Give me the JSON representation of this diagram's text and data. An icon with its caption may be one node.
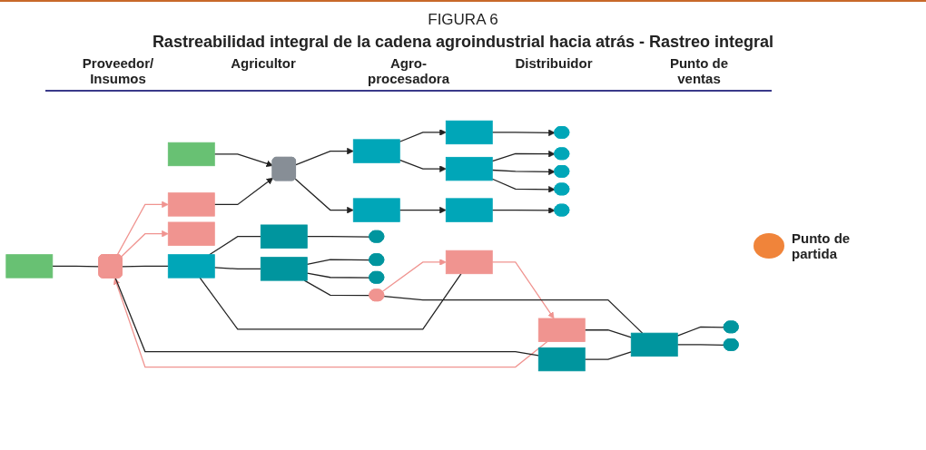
{
  "diagram": {
    "title": "Rastreabilidad integral de la cadena agroindustrial hacia atrás - Rastreo integral",
    "nodes": [
      {
        "text": [],
        "shape": "box"
      },
      {
        "text": [],
        "shape": "box"
      },
      {
        "text": [],
        "shape": "box"
      },
      {
        "text": [],
        "shape": "box"
      },
      {
        "text": [],
        "shape": "box"
      },
      {
        "text": [],
        "shape": "box"
      },
      {
        "text": [],
        "shape": "box"
      },
      {
        "text": [],
        "shape": "box"
      },
      {
        "text": [],
        "shape": "box"
      },
      {
        "text": [],
        "shape": "box"
      },
      {
        "text": [],
        "shape": "box"
      },
      {
        "text": [],
        "shape": "box"
      },
      {
        "text": [],
        "shape": "box"
      },
      {
        "text": [],
        "shape": "box"
      },
      {
        "text": [],
        "shape": "box"
      },
      {
        "text": [],
        "shape": "box"
      },
      {
        "text": [],
        "shape": "box"
      },
      {
        "text": [],
        "shape": "box"
      },
      {
        "text": [],
        "shape": "ellipse"
      },
      {
        "text": [],
        "shape": "ellipse"
      },
      {
        "text": [],
        "shape": "ellipse"
      },
      {
        "text": [],
        "shape": "ellipse"
      },
      {
        "text": [],
        "shape": "ellipse"
      },
      {
        "text": [],
        "shape": "ellipse"
      },
      {
        "text": [],
        "shape": "ellipse"
      },
      {
        "text": [],
        "shape": "ellipse"
      },
      {
        "text": [],
        "shape": "ellipse"
      },
      {
        "text": [],
        "shape": "ellipse"
      },
      {
        "text": [],
        "shape": "ellipse"
      }
    ],
    "edges": [
      {
        "from": 0,
        "to": 4,
        "arrow": "to"
      },
      {
        "from": 1,
        "to": 4,
        "arrow": "to"
      },
      {
        "from": 4,
        "to": 6,
        "arrow": "to"
      },
      {
        "from": 4,
        "to": 7,
        "arrow": "to"
      },
      {
        "from": 6,
        "to": 11,
        "arrow": "to"
      },
      {
        "from": 6,
        "to": 12,
        "arrow": "to"
      },
      {
        "from": 7,
        "to": 13,
        "arrow": "to"
      },
      {
        "from": 11,
        "to": 18,
        "arrow": "to"
      },
      {
        "from": 12,
        "to": 19,
        "arrow": "to"
      },
      {
        "from": 12,
        "to": 20,
        "arrow": "to"
      },
      {
        "from": 12,
        "to": 21,
        "arrow": "to"
      },
      {
        "from": 13,
        "to": 22,
        "arrow": "to"
      },
      {
        "from": 3,
        "to": 5,
        "arrow": "none"
      },
      {
        "from": 5,
        "to": 1,
        "arrow": "to",
        "color": "#f09490"
      },
      {
        "from": 5,
        "to": 2,
        "arrow": "to",
        "color": "#f09490"
      },
      {
        "from": 5,
        "to": 8,
        "arrow": "none"
      },
      {
        "from": 9,
        "to": 5,
        "arrow": "to",
        "color": "#f09490"
      },
      {
        "from": 5,
        "to": 10,
        "arrow": "none"
      },
      {
        "from": 8,
        "to": 14,
        "arrow": "none"
      },
      {
        "from": 8,
        "to": 15,
        "arrow": "none"
      },
      {
        "from": 8,
        "to": 16,
        "arrow": "none"
      },
      {
        "from": 16,
        "to": 9,
        "arrow": "to",
        "color": "#f09490"
      },
      {
        "from": 9,
        "to": 17,
        "arrow": "none"
      },
      {
        "from": 10,
        "to": 17,
        "arrow": "none"
      },
      {
        "from": 14,
        "to": 23,
        "arrow": "none"
      },
      {
        "from": 15,
        "to": 24,
        "arrow": "none"
      },
      {
        "from": 15,
        "to": 25,
        "arrow": "none"
      },
      {
        "from": 15,
        "to": 26,
        "arrow": "none"
      },
      {
        "from": 26,
        "to": 16,
        "arrow": "to",
        "color": "#f09490"
      },
      {
        "from": 17,
        "to": 26,
        "arrow": "none"
      },
      {
        "from": 17,
        "to": 27,
        "arrow": "none"
      },
      {
        "from": 17,
        "to": 28,
        "arrow": "none"
      }
    ],
    "labels": [
      "FIGURA 6",
      "Proveedor/ Insumos",
      "Agricultor",
      "Agro- procesadora",
      "Distribuidor",
      "Punto de ventas"
    ],
    "legend": [
      {
        "text": "Punto de partida",
        "color": "#f0843a"
      }
    ]
  }
}
